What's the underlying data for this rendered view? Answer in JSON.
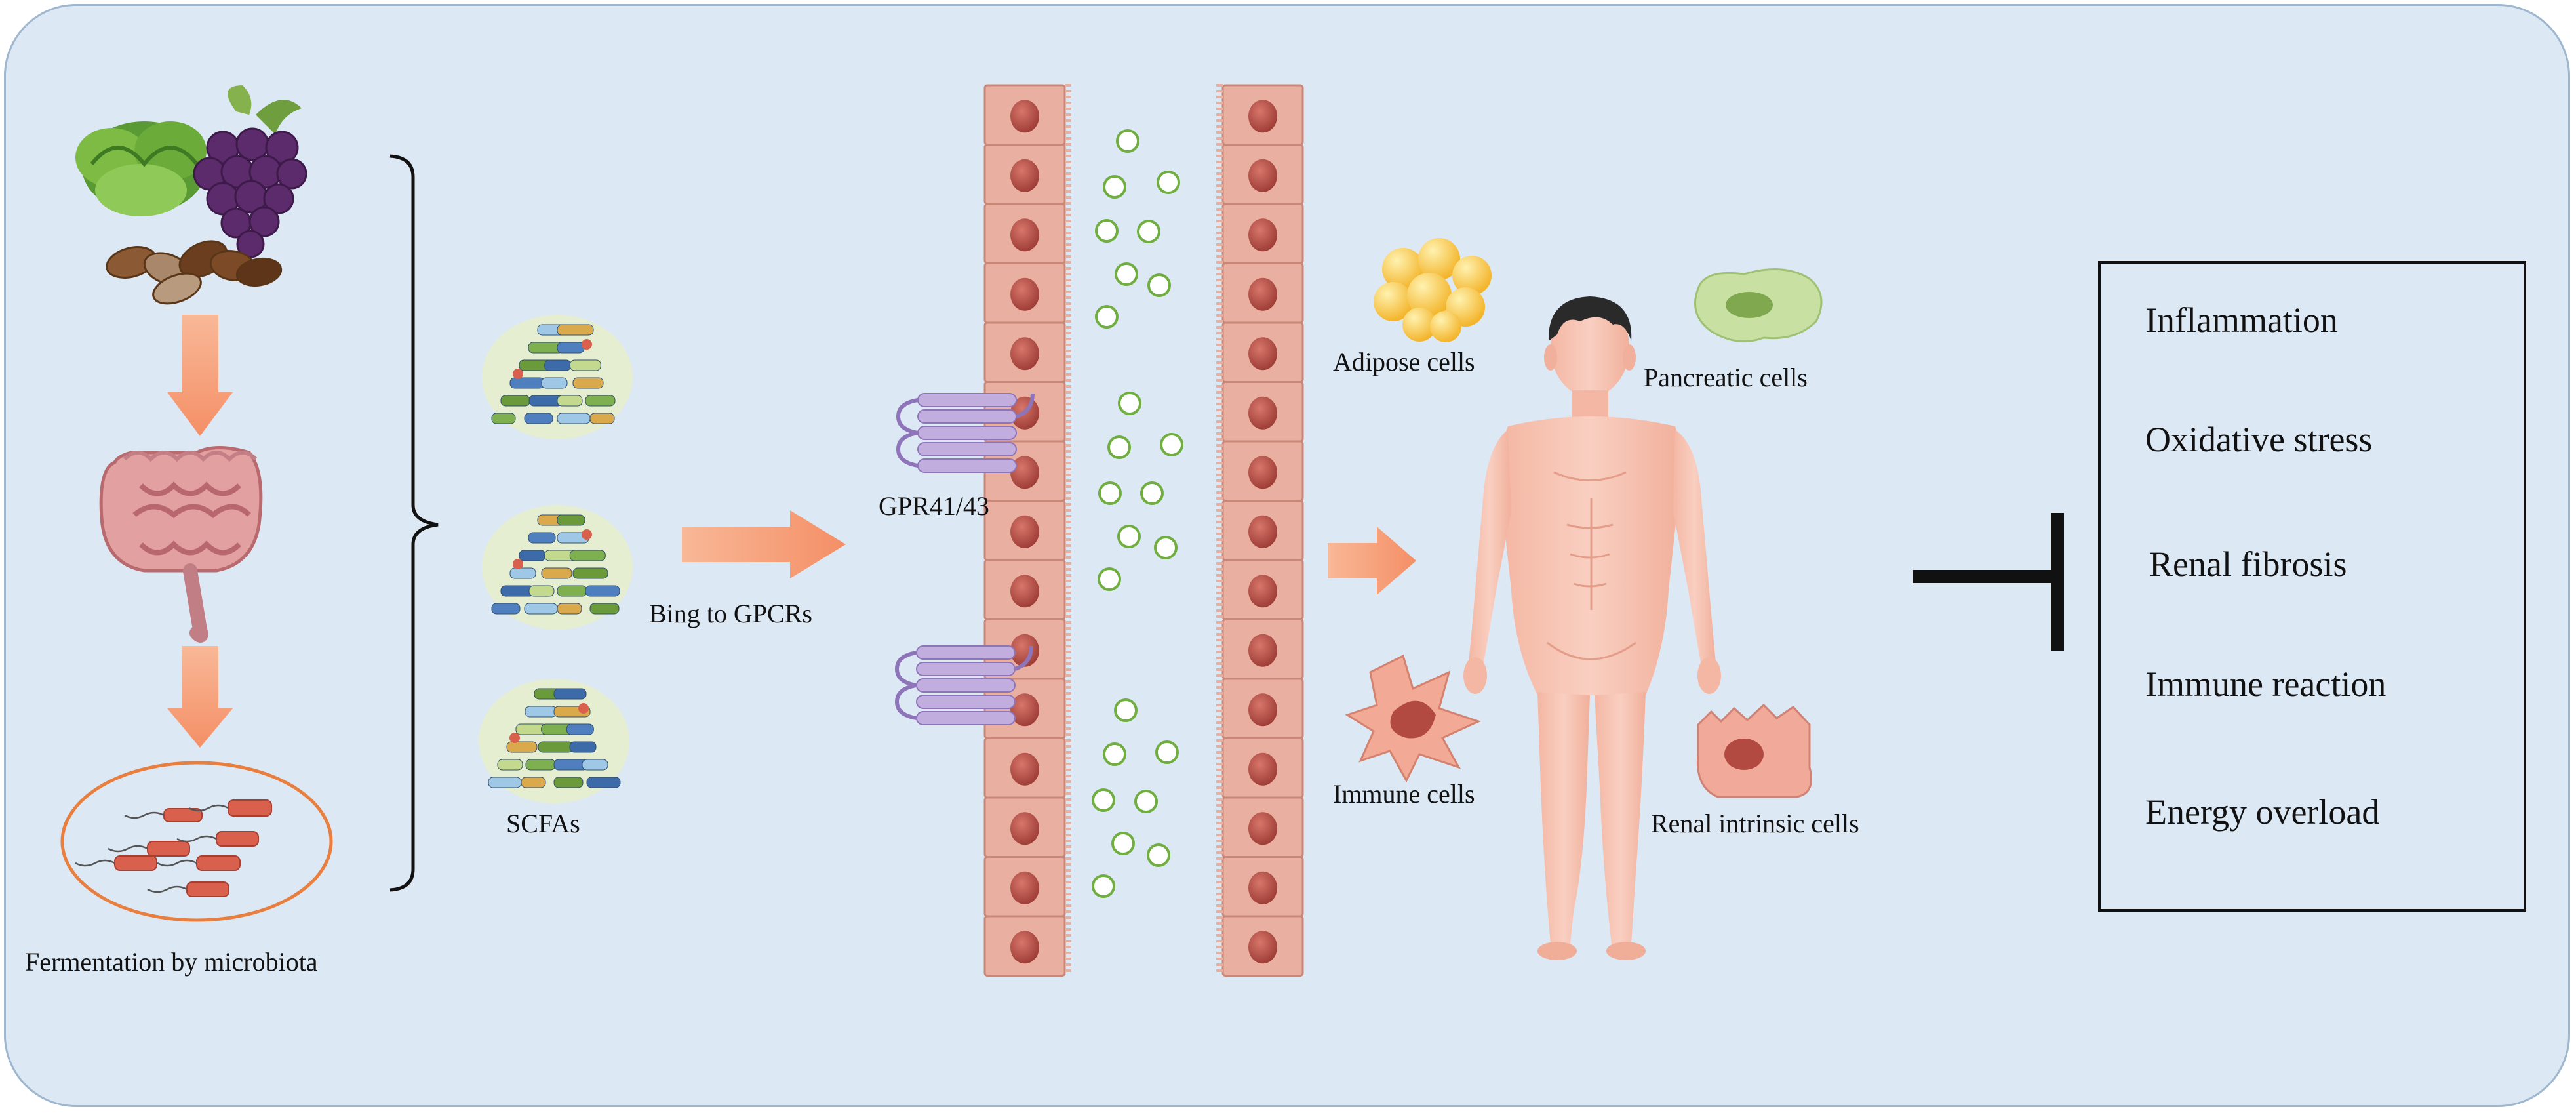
{
  "labels": {
    "fermentation": "Fermentation by microbiota",
    "scfas": "SCFAs",
    "bind_gpcrs": "Bing to GPCRs",
    "receptor": "GPR41/43",
    "adipose": "Adipose cells",
    "pancreatic": "Pancreatic cells",
    "immune": "Immune cells",
    "renal": "Renal intrinsic cells"
  },
  "effects": [
    {
      "label": "Inflammation"
    },
    {
      "label": "Oxidative stress"
    },
    {
      "label": "Renal fibrosis"
    },
    {
      "label": "Immune reaction"
    },
    {
      "label": "Energy overload"
    }
  ],
  "colors": {
    "background": "#dde8f5",
    "arrow": "#f6a27c",
    "epithelium": "#e6a899",
    "nucleus": "#b24a42",
    "receptor": "#b9a3d6",
    "scfa_particle": "#6fae3f",
    "bacteria": "#d9604c",
    "body": "#f6c4b3"
  }
}
